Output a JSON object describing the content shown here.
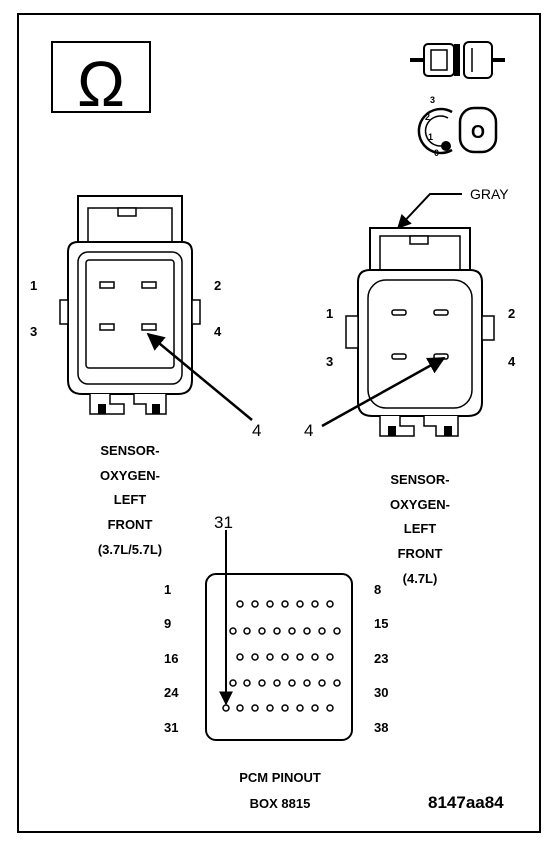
{
  "header_icons": {
    "ohm_symbol": "Ω",
    "connector_icon": "connector-icon",
    "key_icon": "ignition-key-icon",
    "key_positions": [
      "3",
      "2",
      "1",
      "0"
    ]
  },
  "connector_left": {
    "pins": [
      "1",
      "2",
      "3",
      "4"
    ],
    "caption": [
      "SENSOR-",
      "OXYGEN-",
      "LEFT",
      "FRONT",
      "(3.7L/5.7L)"
    ],
    "callout": "4"
  },
  "connector_right": {
    "color_label": "GRAY",
    "pins": [
      "1",
      "2",
      "3",
      "4"
    ],
    "caption": [
      "SENSOR-",
      "OXYGEN-",
      "LEFT",
      "FRONT",
      "(4.7L)"
    ],
    "callout": "4"
  },
  "pcm": {
    "pin_callout": "31",
    "left_numbers": [
      "1",
      "9",
      "16",
      "24",
      "31"
    ],
    "right_numbers": [
      "8",
      "15",
      "23",
      "30",
      "38"
    ],
    "caption": [
      "PCM PINOUT",
      "BOX 8815"
    ]
  },
  "figure_code": "8147aa84",
  "colors": {
    "line": "#000000",
    "background": "#ffffff"
  }
}
